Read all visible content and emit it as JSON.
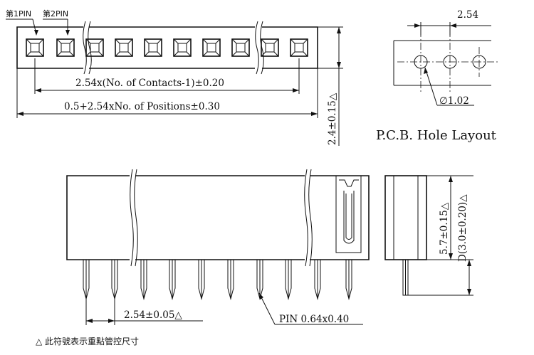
{
  "top_view": {
    "pin1_label": "第1PIN",
    "pin2_label": "第2PIN",
    "dim_contacts": "2.54x(No. of Contacts-1)±0.20",
    "dim_positions": "0.5+2.54xNo. of Positions±0.30",
    "dim_height": "2.4±0.15△"
  },
  "pcb_layout": {
    "dim_pitch": "2.54",
    "dim_hole": "∅1.02",
    "title": "P.C.B. Hole Layout"
  },
  "front_view": {
    "dim_pitch": "2.54±0.05△",
    "pin_spec": "PIN 0.64x0.40"
  },
  "side_view": {
    "dim_inner": "5.7±0.15△",
    "dim_depth": "D(3.0±0.20)△"
  },
  "footnote": "△ 此符號表示重點管控尺寸"
}
